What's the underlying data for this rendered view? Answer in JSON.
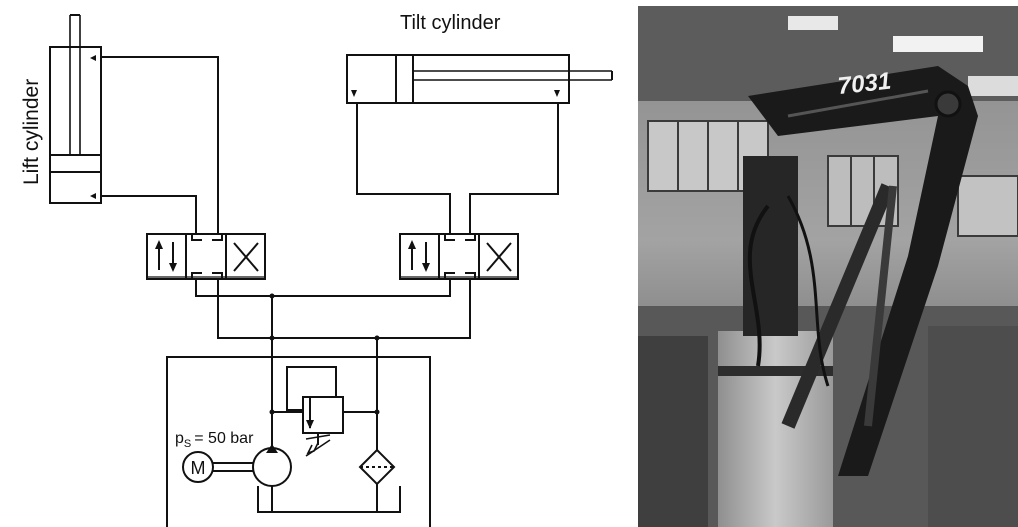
{
  "schematic": {
    "lift_cylinder_label": "Lift cylinder",
    "tilt_cylinder_label": "Tilt cylinder",
    "pressure_symbol": "p",
    "pressure_subscript": "S",
    "pressure_value": "= 50 bar",
    "motor_label": "M"
  },
  "photo": {
    "crane_id": "7031"
  },
  "colors": {
    "line": "#111111",
    "photo_background": "#6e6e6e"
  }
}
